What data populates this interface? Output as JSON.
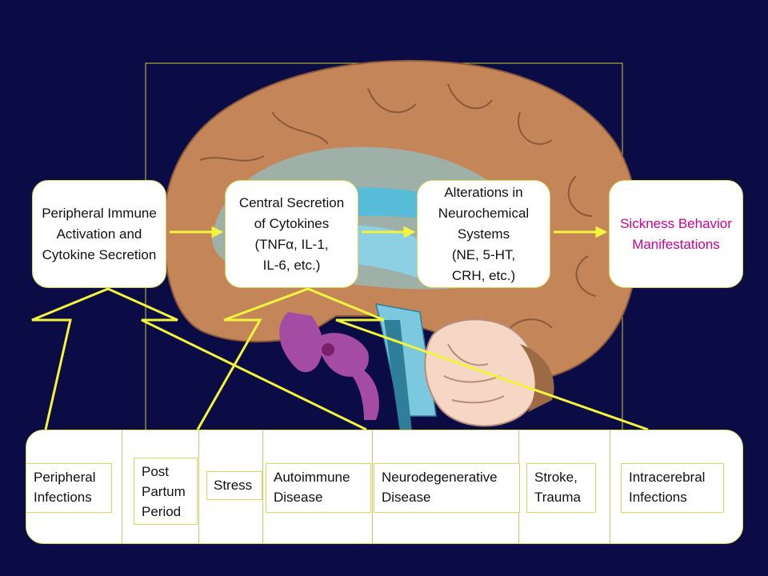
{
  "flow": {
    "peripheral": "Peripheral Immune\nActivation and\nCytokine Secretion",
    "central": "Central Secretion\nof Cytokines\n(TNFα, IL-1,\nIL-6, etc.)",
    "neuro": "Alterations in\nNeurochemical\nSystems\n(NE, 5-HT,\nCRH, etc.)",
    "sickness": "Sickness Behavior\nManifestations"
  },
  "conditions": [
    {
      "label": "Peripheral\nInfections"
    },
    {
      "label": "Post\nPartum\nPeriod"
    },
    {
      "label": "Stress"
    },
    {
      "label": "Autoimmune\nDisease"
    },
    {
      "label": "Neurodegenerative\nDisease"
    },
    {
      "label": "Stroke,\nTrauma"
    },
    {
      "label": "Intracerebral\nInfections"
    }
  ],
  "colors": {
    "background": "#0b0b45",
    "connector": "#f2f53c",
    "sickness_text": "#cc0099",
    "brain": "#c48659",
    "ventricle": "#57bcd8",
    "purple": "#a44ca4"
  }
}
